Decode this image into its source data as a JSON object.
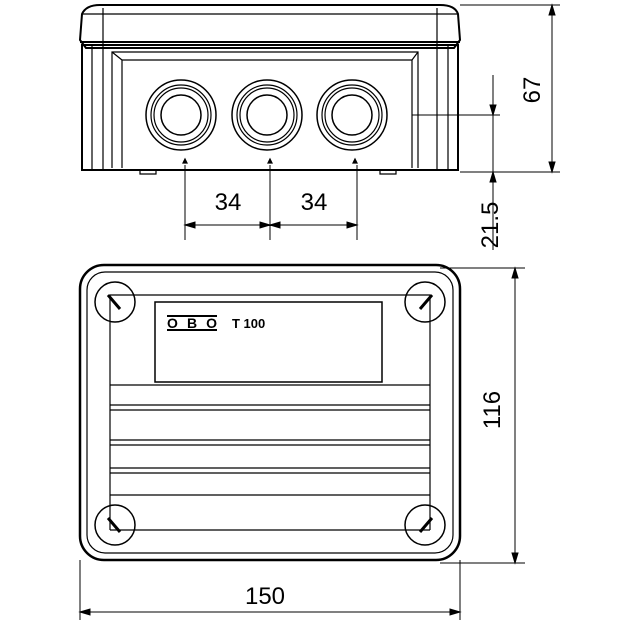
{
  "product": {
    "logo": "OBO",
    "model": "T 100"
  },
  "dimensions": {
    "height": "67",
    "entry_offset": "21.5",
    "entry_spacing_1": "34",
    "entry_spacing_2": "34",
    "depth": "116",
    "width": "150"
  },
  "colors": {
    "line": "#000000",
    "background": "#ffffff"
  }
}
